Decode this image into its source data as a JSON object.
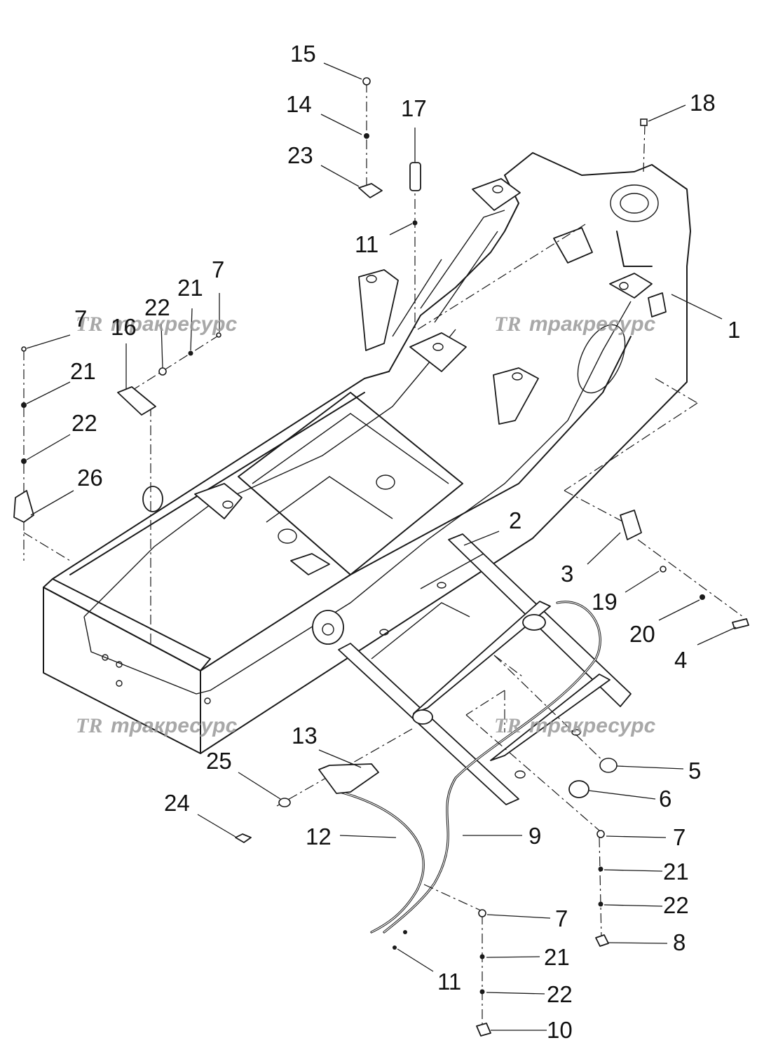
{
  "callouts": [
    {
      "id": "c15a",
      "label": "15"
    },
    {
      "id": "c14",
      "label": "14"
    },
    {
      "id": "c17",
      "label": "17"
    },
    {
      "id": "c18",
      "label": "18"
    },
    {
      "id": "c23",
      "label": "23"
    },
    {
      "id": "c11a",
      "label": "11"
    },
    {
      "id": "c7a",
      "label": "7"
    },
    {
      "id": "c21a",
      "label": "21"
    },
    {
      "id": "c22a",
      "label": "22"
    },
    {
      "id": "c16",
      "label": "16"
    },
    {
      "id": "c7b",
      "label": "7"
    },
    {
      "id": "c21b",
      "label": "21"
    },
    {
      "id": "c22b",
      "label": "22"
    },
    {
      "id": "c26",
      "label": "26"
    },
    {
      "id": "c1",
      "label": "1"
    },
    {
      "id": "c2",
      "label": "2"
    },
    {
      "id": "c3",
      "label": "3"
    },
    {
      "id": "c19",
      "label": "19"
    },
    {
      "id": "c20",
      "label": "20"
    },
    {
      "id": "c4",
      "label": "4"
    },
    {
      "id": "c13",
      "label": "13"
    },
    {
      "id": "c5",
      "label": "5"
    },
    {
      "id": "c6",
      "label": "6"
    },
    {
      "id": "c25",
      "label": "25"
    },
    {
      "id": "c24",
      "label": "24"
    },
    {
      "id": "c12",
      "label": "12"
    },
    {
      "id": "c9",
      "label": "9"
    },
    {
      "id": "c7c",
      "label": "7"
    },
    {
      "id": "c21c",
      "label": "21"
    },
    {
      "id": "c22c",
      "label": "22"
    },
    {
      "id": "c8",
      "label": "8"
    },
    {
      "id": "c7d",
      "label": "7"
    },
    {
      "id": "c21d",
      "label": "21"
    },
    {
      "id": "c11b",
      "label": "11"
    },
    {
      "id": "c22d",
      "label": "22"
    },
    {
      "id": "c10",
      "label": "10"
    }
  ],
  "watermark": {
    "logo": "TR",
    "text": "тракресурс"
  }
}
